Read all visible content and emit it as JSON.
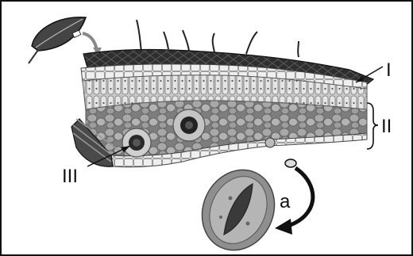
{
  "labels": {
    "epidermis": "I",
    "mesophyll": "II",
    "vascular_bundle": "III",
    "stoma": "a"
  },
  "colors": {
    "outline": "#111111",
    "leaf_dark": "#3a3a3a",
    "palisade": "#d9d9d9",
    "spongy": "#9c9c9c",
    "guard_cell": "#8f8f8f"
  }
}
